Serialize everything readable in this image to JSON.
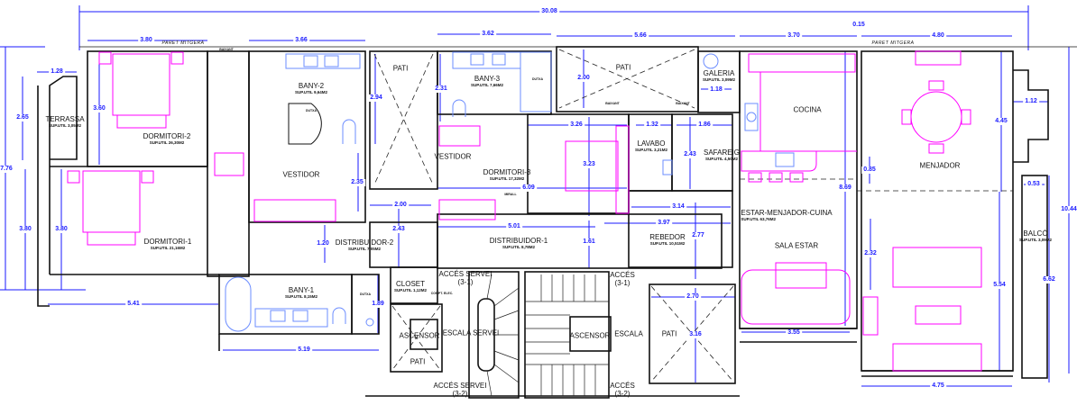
{
  "colors": {
    "walls": "#111111",
    "dimensions": "#1a1aff",
    "furniture": "#ff00ff",
    "fixtures": "#6b8cff"
  },
  "notes": {
    "party_wall": "PARET MITGERA",
    "downpipe": "BAIXANT",
    "mirror": "MIRALL",
    "meter": "COMPT. ELEC."
  },
  "dimensions": {
    "total_width": "30.08",
    "d_3_80_top": "3.80",
    "d_3_66": "3.66",
    "d_3_62": "3.62",
    "d_5_66": "5.66",
    "d_0_15": "0.15",
    "d_3_70": "3.70",
    "d_4_80": "4.80",
    "d_1_28": "1.28",
    "d_2_65": "2.65",
    "d_7_76": "7.76",
    "d_3_60": "3.60",
    "d_3_80_a": "3.80",
    "d_3_80_b": "3.80",
    "d_5_41": "5.41",
    "d_5_19": "5.19",
    "d_2_94": "2.94",
    "d_2_35": "2.35",
    "d_2_31": "2.31",
    "d_2_00_pati": "2.00",
    "d_1_18": "1.18",
    "d_3_26": "3.26",
    "d_1_32": "1.32",
    "d_1_86": "1.86",
    "d_3_23": "3.23",
    "d_2_43_saf": "2.43",
    "d_6_09": "6.09",
    "d_8_69": "8.69",
    "d_0_85": "0.85",
    "d_4_45": "4.45",
    "d_1_12": "1.12",
    "d_0_53": "0.53",
    "d_10_44": "10.44",
    "d_6_62": "6.62",
    "d_5_54": "5.54",
    "d_2_32": "2.32",
    "d_3_55": "3.55",
    "d_4_75": "4.75",
    "d_2_00_dist": "2.00",
    "d_2_43_dist": "2.43",
    "d_5_01": "5.01",
    "d_3_97": "3.97",
    "d_3_14": "3.14",
    "d_2_77": "2.77",
    "d_1_61": "1.61",
    "d_1_20": "1.20",
    "d_1_89": "1.89",
    "d_2_70": "2.70",
    "d_3_16": "3.16"
  },
  "rooms": {
    "terrassa": {
      "name": "TERRASSA",
      "area": "SUP.UTIL 3,05M2"
    },
    "dormitori2": {
      "name": "DORMITORI-2",
      "area": "SUP.UTIL 26,30M2"
    },
    "bany2": {
      "name": "BANY-2",
      "area": "SUP.UTIL 9,64M2"
    },
    "dutxa2": {
      "name": "DUTXA"
    },
    "vestidor2": {
      "name": "VESTIDOR"
    },
    "pati1": {
      "name": "PATI"
    },
    "bany3": {
      "name": "BANY-3",
      "area": "SUP.UTIL 7,66M2"
    },
    "dutxa3": {
      "name": "DUTXA"
    },
    "vestidor3": {
      "name": "VESTIDOR"
    },
    "dormitori3": {
      "name": "DORMITORI-3",
      "area": "SUP.UTIL 17,32M2"
    },
    "pati2": {
      "name": "PATI"
    },
    "galeria": {
      "name": "GALERIA",
      "area": "SUP.UTIL 3,09M2"
    },
    "cocina": {
      "name": "COCINA"
    },
    "lavabo": {
      "name": "LAVABO",
      "area": "SUP.UTIL 3,21M2"
    },
    "safareig": {
      "name": "SAFAREIG",
      "area": "SUP.UTIL 4,50M2"
    },
    "menjador": {
      "name": "MENJADOR"
    },
    "dormitori1": {
      "name": "DORMITORI-1",
      "area": "SUP.UTIL 21,16M2"
    },
    "distribuidor2": {
      "name": "DISTRIBUIDOR-2",
      "area": "SUP.UTIL 7,05M2"
    },
    "distribuidor1": {
      "name": "DISTRIBUIDOR-1",
      "area": "SUP.UTIL 8,78M2"
    },
    "rebedor": {
      "name": "REBEDOR",
      "area": "SUP.UTIL 10,51M2"
    },
    "estar": {
      "name": "ESTAR-MENJADOR-CUINA",
      "area": "SUP.UTIL 63,76M2"
    },
    "sala": {
      "name": "SALA ESTAR"
    },
    "balco": {
      "name": "BALCÓ",
      "area": "SUP.UTIL 3,09M2"
    },
    "bany1": {
      "name": "BANY-1",
      "area": "SUP.UTIL 8,15M2"
    },
    "dutxa1": {
      "name": "DUTXA"
    },
    "closet": {
      "name": "CLOSET",
      "area": "SUP.UTIL 1,12M2"
    },
    "ascensor1": {
      "name": "ASCENSOR"
    },
    "pati3": {
      "name": "PATI"
    },
    "escala_servei": {
      "name": "ESCALA SERVEI"
    },
    "acces_servei_31": {
      "name": "ACCÉS SERVEI",
      "sub": "(3-1)"
    },
    "acces_servei_32": {
      "name": "ACCÉS SERVEI",
      "sub": "(3-2)"
    },
    "ascensor2": {
      "name": "ASCENSOR"
    },
    "escala": {
      "name": "ESCALA"
    },
    "acces_31": {
      "name": "ACCÉS",
      "sub": "(3-1)"
    },
    "acces_32": {
      "name": "ACCÉS",
      "sub": "(3-2)"
    },
    "pati4": {
      "name": "PATI"
    }
  }
}
